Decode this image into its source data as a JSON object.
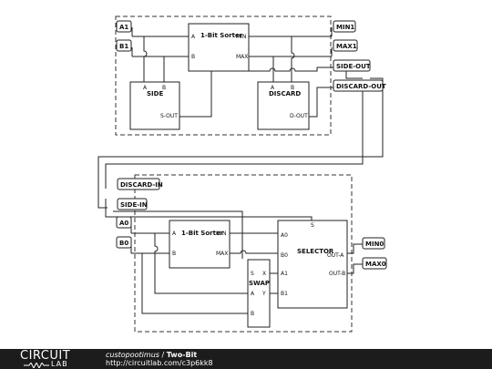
{
  "diagram": {
    "top_module": {
      "inputs": [
        "A1",
        "B1"
      ],
      "outputs": [
        "MIN1",
        "MAX1",
        "SIDE-OUT",
        "DISCARD-OUT"
      ],
      "sorter": {
        "name": "1-Bit Sorter",
        "in_a": "A",
        "in_b": "B",
        "out_min": "MIN",
        "out_max": "MAX"
      },
      "side": {
        "name": "SIDE",
        "in_a": "A",
        "in_b": "B",
        "out": "S-OUT"
      },
      "discard": {
        "name": "DISCARD",
        "in_a": "A",
        "in_b": "B",
        "out": "D-OUT"
      }
    },
    "bottom_module": {
      "inputs": [
        "DISCARD-IN",
        "SIDE-IN",
        "A0",
        "B0"
      ],
      "outputs": [
        "MIN0",
        "MAX0"
      ],
      "sorter": {
        "name": "1-Bit Sorter",
        "in_a": "A",
        "in_b": "B",
        "out_min": "MIN",
        "out_max": "MAX"
      },
      "swap": {
        "name": "SWAP",
        "pin_s": "S",
        "pin_x": "X",
        "pin_a": "A",
        "pin_y": "Y",
        "pin_b": "B"
      },
      "selector": {
        "name": "SELECTOR",
        "pin_s": "S",
        "pin_a0": "A0",
        "pin_b0": "B0",
        "pin_a1": "A1",
        "pin_b1": "B1",
        "out_a": "OUT-A",
        "out_b": "OUT-B"
      }
    }
  },
  "footer": {
    "logo_top": "CIRCUIT",
    "logo_bottom": "LAB",
    "author": "custopootimus",
    "separator": " / ",
    "title": "Two-Bit",
    "url": "http://circuitlab.com/c3p6kk8"
  }
}
